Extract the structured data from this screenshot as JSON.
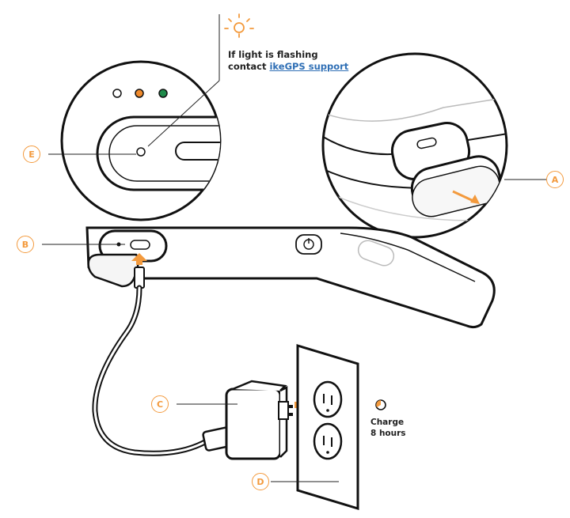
{
  "notice": {
    "line1": "If light is flashing",
    "line2_prefix": "contact ",
    "link_text": "ikeGPS support"
  },
  "charge": {
    "line1": "Charge",
    "line2": "8 hours"
  },
  "callouts": {
    "a": "A",
    "b": "B",
    "c": "C",
    "d": "D",
    "e": "E"
  },
  "colors": {
    "accent_orange": "#f39a3d",
    "led_orange": "#f08a2c",
    "led_green": "#1e8a4a",
    "link_blue": "#2f6fb5",
    "outline": "#111111"
  },
  "icons": [
    "light-icon",
    "power-icon",
    "clock-icon",
    "arrow-icon"
  ]
}
